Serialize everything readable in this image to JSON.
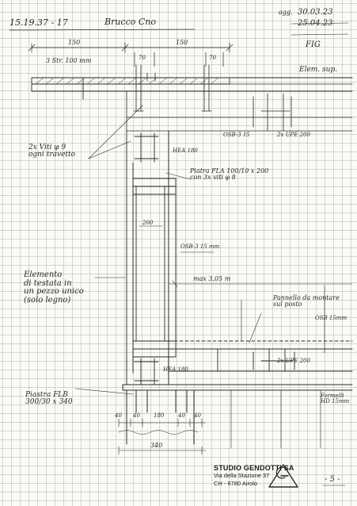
{
  "header": {
    "project": "15.19.37 - 17",
    "title": "Brucco Cno",
    "date_1": "30.03.23",
    "date_2": "25.04.23",
    "date_prefix": "agg.",
    "figure": "FIG",
    "element": "Elem. sup."
  },
  "dimensions": {
    "top_left": "150",
    "top_right": "150",
    "gap": "70",
    "side": "70",
    "panel_width": "200",
    "bottom_dims": [
      "40",
      "40",
      "180",
      "40",
      "40"
    ],
    "bottom_total": "340"
  },
  "annotations": {
    "slab": "3 Str. 100 mm",
    "screws_line1": "2x Viti φ 9",
    "screws_line2": "ogni travetto",
    "heb_top": "HEA 180",
    "heb_bottom": "HEA 180",
    "plate_line1": "Piatra FLA 100/10 x 200",
    "plate_line2": "con 3x viti φ 8",
    "osb_upper": "OSB-3 15",
    "osb_mid": "OSB-3 15 mm",
    "upe_top": "2x UPE 200",
    "upe_bottom": "2x UPE 200",
    "span": "max 3,05 m",
    "panel_line1": "Pannello da montare",
    "panel_line2": "sul posto",
    "osb_right": "OSB 15mm",
    "element_line1": "Elemento",
    "element_line2": "di testata in",
    "element_line3": "un pezzo unico",
    "element_line4": "(solo legno)",
    "base_plate_line1": "Piastra FLB",
    "base_plate_line2": "300/30 x 340",
    "floor_line1": "Formelli",
    "floor_line2": "HD 15mm"
  },
  "stamp": {
    "firm": "STUDIO GENDOTTI SA",
    "address": "Via della Stazione 37",
    "city": "CH - 6780 Airolo"
  },
  "page_number": "- 5 -"
}
